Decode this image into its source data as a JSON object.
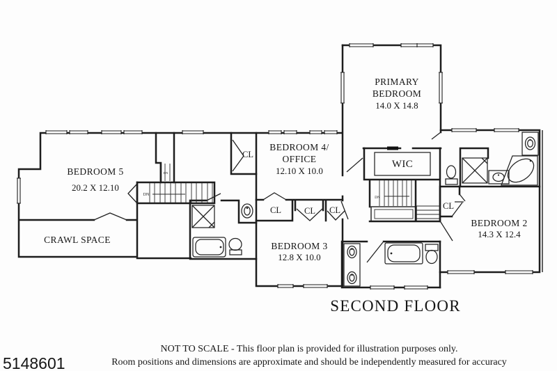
{
  "plan": {
    "title": "SECOND FLOOR",
    "listing_id": "5148601",
    "disclaimer": {
      "line1": "NOT TO SCALE - This floor plan is provided for illustration purposes only.",
      "line2": "Room positions and dimensions are approximate and should be independently measured for accuracy"
    },
    "rooms": {
      "bedroom5": {
        "name": "BEDROOM 5",
        "dims": "20.2 X 12.10"
      },
      "crawl_space": {
        "name": "CRAWL SPACE"
      },
      "bedroom4_office": {
        "name1": "BEDROOM 4/",
        "name2": "OFFICE",
        "dims": "12.10 X 10.0"
      },
      "primary_bedroom": {
        "name1": "PRIMARY",
        "name2": "BEDROOM",
        "dims": "14.0 X 14.8"
      },
      "wic": {
        "name": "WIC"
      },
      "bedroom3": {
        "name": "BEDROOM 3",
        "dims": "12.8 X 10.0"
      },
      "bedroom2": {
        "name": "BEDROOM 2",
        "dims": "14.3 X 12.4"
      }
    },
    "labels": {
      "closet": "CL",
      "down": "DN"
    }
  }
}
